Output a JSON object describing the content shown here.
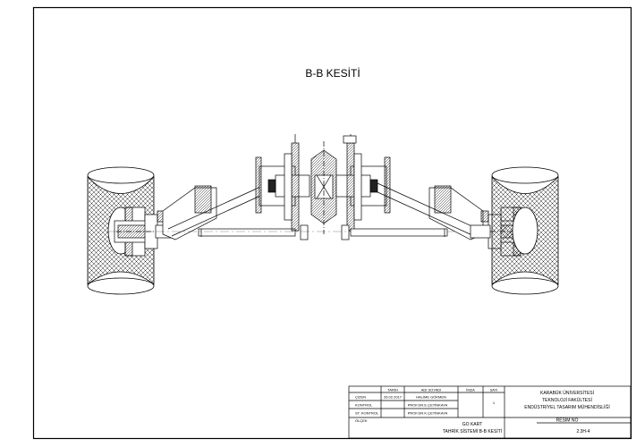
{
  "drawing": {
    "section_title": "B-B KESİTİ"
  },
  "title_block": {
    "col_tarih": "TARİH",
    "col_adi_soyadi": "ADI SOYADI",
    "col_imza": "İMZA",
    "col_sayi": "SAYI",
    "row_cizen": "ÇİZEN",
    "row_kontrol": "KONTROL",
    "row_st_kontrol": "ST. KONTROL",
    "row_olcek": "ÖLÇEK",
    "date_cizen": "26.02.2017",
    "name_cizen": "HALİME GÖKMEN",
    "name_kontrol": "PROF.DR.E.ÇETİNKAYA",
    "name_st_kontrol": "PROF.DR.K.ÇETİNKAYA",
    "sheet_count": "1",
    "institution_line1": "KARABÜK ÜNİVERSİTESİ",
    "institution_line2": "TEKNOLOJİ FAKÜLTESİ",
    "institution_line3": "ENDÜSTRİYEL TASARIM MÜHENDİSLİĞİ",
    "project_line1": "GO KART",
    "project_line2": "TAHRİK SİSTEMİ B-B KESİTİ",
    "resim_no_label": "RESİM NO",
    "resim_no_value": "2.3H-4"
  }
}
